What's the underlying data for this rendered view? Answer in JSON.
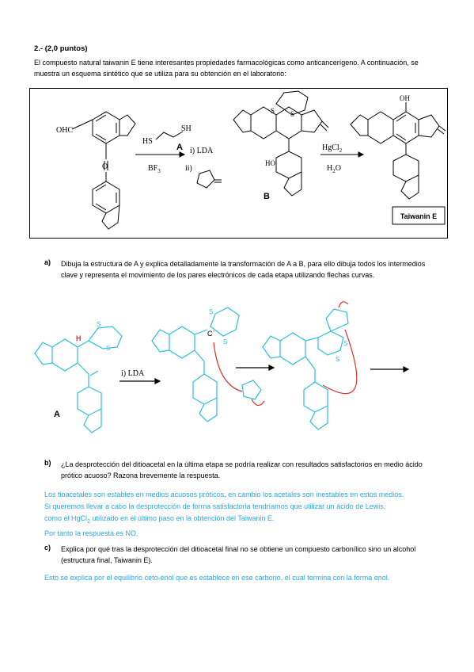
{
  "header": {
    "title": "2.- (2,0 puntos)",
    "intro": "El compuesto natural taiwanin E tiene interesantes propiedades farmacológicas como anticancerígeno. A continuación, se muestra un esquema sintético que se utiliza para su obtención en el laboratorio:"
  },
  "scheme": {
    "aldehyde": "OHC",
    "sh_left": "HS",
    "sh_right": "SH",
    "reagent_bf3": "BF",
    "bf3_sub": "3",
    "label_A": "A",
    "step_i": "i) LDA",
    "step_ii": "ii)",
    "oh_b": "HO",
    "label_B": "B",
    "s1": "S",
    "s2": "S",
    "reagent_hg": "HgCl",
    "hg_sub": "2",
    "reagent_h2o": "H",
    "h2o_sub": "2",
    "h2o_end": "O",
    "oh_e": "OH",
    "product_label": "Taiwanin E"
  },
  "question_a": {
    "label": "a)",
    "text": "Dibuja la estructura de A y explica detalladamente la transformación de A a B, para ello dibuja todos los intermedios clave y representa el movimiento de los pares electrónicos de cada etapa utilizando flechas curvas."
  },
  "mechanism": {
    "h_label": "H",
    "s_a1": "S",
    "s_a2": "S",
    "label_A": "A",
    "step_lda": "i) LDA",
    "carbanion": "C",
    "charge": "-",
    "s_b1": "S",
    "s_b2": "S",
    "s_c1": "S",
    "s_c2": "S"
  },
  "question_b": {
    "label": "b)",
    "text": "¿La desprotección del ditioacetal en la última etapa se podría realizar con resultados satisfactorios en medio ácido prótico acuoso? Razona brevemente la respuesta.",
    "answer_1": "Los tioacetales son estables en medios acuosos próticos, en cambio los acetales son inestables en estos medios.",
    "answer_2a": "Si queremos llevar a cabo la desprotección de forma satisfactoria tendríamos que utilizar un ácido de Lewis,",
    "answer_2b": "como el HgCl",
    "answer_2sub": "2",
    "answer_2c": " utilizado en el último paso en la obtención del Taiwanin E.",
    "answer_3": "Por tanto la respuesta es NO."
  },
  "question_c": {
    "label": "c)",
    "text": "Explica por qué tras la desprotección del ditioacetal final no se obtiene un compuesto carbonílico sino un alcohol (estructura final, Taiwanin E).",
    "answer": "Esto se explica por el equilibrio ceto-enol que es establece en ese carbono, el cual termina con la forma enol."
  },
  "colors": {
    "answer": "#29a8df",
    "structure": "#29c0e0",
    "arrow": "#e0302a"
  }
}
